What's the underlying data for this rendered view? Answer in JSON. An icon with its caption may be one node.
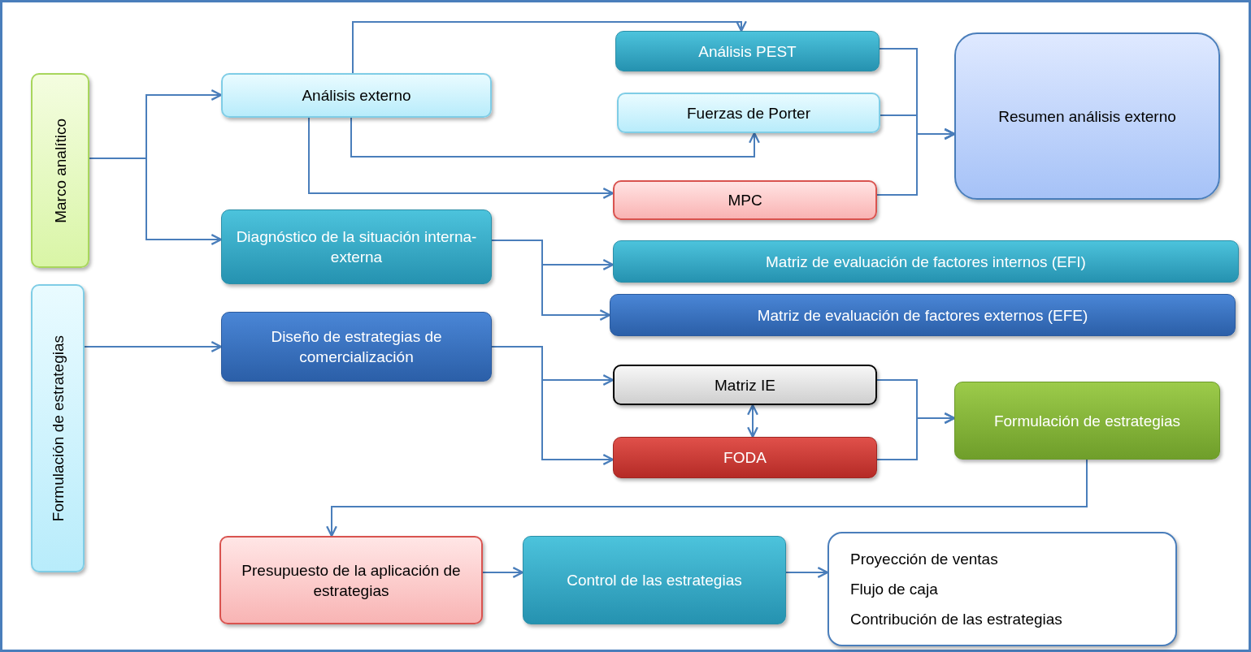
{
  "diagram": {
    "nodes": [
      {
        "text": [
          "Marco analítico"
        ]
      },
      {
        "text": [
          "Formulación de estrategias"
        ]
      },
      {
        "text": [
          "Análisis externo"
        ]
      },
      {
        "text": [
          "Diagnóstico de la situación interna-externa"
        ]
      },
      {
        "text": [
          "Diseño de estrategias de comercialización"
        ]
      },
      {
        "text": [
          "Análisis PEST"
        ]
      },
      {
        "text": [
          "Fuerzas de Porter"
        ]
      },
      {
        "text": [
          "MPC"
        ]
      },
      {
        "text": [
          "Resumen análisis externo"
        ]
      },
      {
        "text": [
          "Matriz de evaluación de factores internos (EFI)"
        ]
      },
      {
        "text": [
          "Matriz de evaluación de factores externos (EFE)"
        ]
      },
      {
        "text": [
          "Matriz IE"
        ]
      },
      {
        "text": [
          "FODA"
        ]
      },
      {
        "text": [
          "Formulación de estrategias"
        ]
      },
      {
        "text": [
          "Presupuesto de la aplicación de estrategias"
        ]
      },
      {
        "text": [
          "Control de las estrategias"
        ]
      },
      {
        "text": [
          "Proyección de ventas",
          "Flujo de caja",
          "Contribución de las estrategias"
        ]
      }
    ],
    "edges": [
      {
        "from": 0,
        "to": 2,
        "arrow": "to"
      },
      {
        "from": 0,
        "to": 3,
        "arrow": "to"
      },
      {
        "from": 1,
        "to": 4,
        "arrow": "to"
      },
      {
        "from": 2,
        "to": 5,
        "arrow": "to"
      },
      {
        "from": 2,
        "to": 6,
        "arrow": "to"
      },
      {
        "from": 2,
        "to": 7,
        "arrow": "to"
      },
      {
        "from": 5,
        "to": 8,
        "arrow": "to"
      },
      {
        "from": 6,
        "to": 8,
        "arrow": "to"
      },
      {
        "from": 7,
        "to": 8,
        "arrow": "to"
      },
      {
        "from": 3,
        "to": 9,
        "arrow": "to"
      },
      {
        "from": 3,
        "to": 10,
        "arrow": "to"
      },
      {
        "from": 4,
        "to": 11,
        "arrow": "to"
      },
      {
        "from": 4,
        "to": 12,
        "arrow": "to"
      },
      {
        "from": 11,
        "to": 12,
        "arrow": "both"
      },
      {
        "from": 11,
        "to": 13,
        "arrow": "to"
      },
      {
        "from": 12,
        "to": 13,
        "arrow": "to"
      },
      {
        "from": 13,
        "to": 14,
        "arrow": "to"
      },
      {
        "from": 14,
        "to": 15,
        "arrow": "to"
      },
      {
        "from": 15,
        "to": 16,
        "arrow": "to"
      }
    ]
  }
}
